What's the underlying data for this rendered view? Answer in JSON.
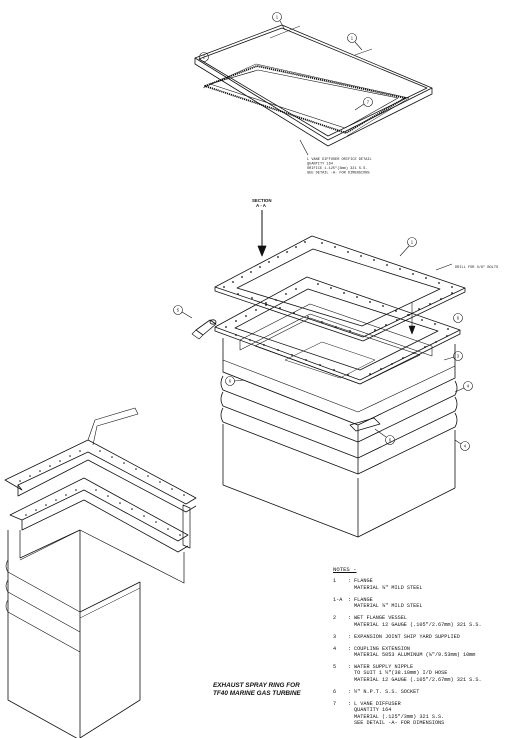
{
  "title": [
    "EXHAUST SPRAY RING FOR",
    "TF40 MARINE GAS TURBINE"
  ],
  "section": [
    "SECTION",
    "A - A"
  ],
  "callouts": {
    "vane_detail": [
      "L VANE DIFFUSER ORIFICE DETAIL",
      "QUANTITY 164",
      "ORIFICE 1.125\"(3mm) 321 S.S.",
      "SEE DETAIL -A- FOR DIMENSIONS"
    ],
    "bolt_note": "DRILL FOR 3/8\" BOLTS"
  },
  "part_numbers": [
    "1",
    "1-A",
    "2",
    "3",
    "4",
    "5",
    "6",
    "7"
  ],
  "notes": {
    "header": "NOTES -",
    "items": [
      {
        "num": "1",
        "lines": [
          "FLANGE",
          "MATERIAL ⅜\" MILD STEEL"
        ]
      },
      {
        "num": "1-A",
        "lines": [
          "FLANGE",
          "MATERIAL ⅜\" MILD STEEL"
        ]
      },
      {
        "num": "2",
        "lines": [
          "WET FLANGE VESSEL",
          "MATERIAL 12 GAUGE (.105\"/2.67mm) 321 S.S."
        ]
      },
      {
        "num": "3",
        "lines": [
          "EXPANSION JOINT SHIP YARD SUPPLIED"
        ]
      },
      {
        "num": "4",
        "lines": [
          "COUPLING EXTENSION",
          "MATERIAL 5053 ALUMINUM (⅜\"/9.53mm) 10mm"
        ]
      },
      {
        "num": "5",
        "lines": [
          "WATER SUPPLY NIPPLE",
          "TO SUIT 1 ½\"(38.10mm) I/D HOSE",
          "MATERIAL 12 GAUGE (.105\"/2.67mm) 321 S.S."
        ]
      },
      {
        "num": "6",
        "lines": [
          "½\" N.P.T. S.S. SOCKET"
        ]
      },
      {
        "num": "7",
        "lines": [
          "L VANE DIFFUSER",
          "QUANTITY 164",
          "MATERIAL (.125\"/3mm) 321 S.S.",
          "SEE DETAIL -A- FOR DIMENSIONS"
        ]
      }
    ]
  }
}
